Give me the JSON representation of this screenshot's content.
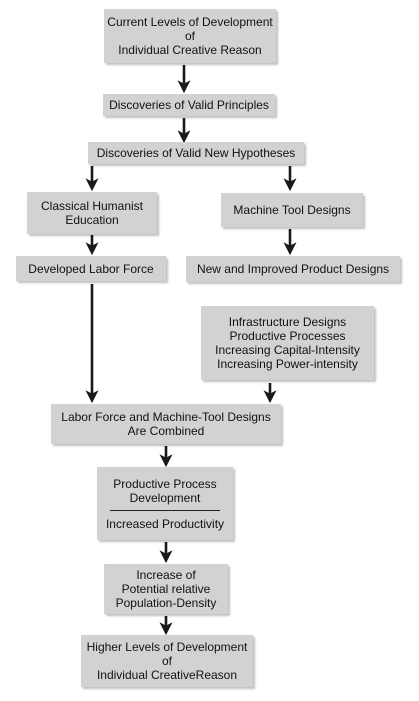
{
  "boxes": {
    "current_levels": {
      "lines": [
        "Current Levels of Development",
        "of",
        "Individual Creative Reason"
      ]
    },
    "discoveries_principles": {
      "lines": [
        "Discoveries of Valid Principles"
      ]
    },
    "discoveries_hypotheses": {
      "lines": [
        "Discoveries of Valid New Hypotheses"
      ]
    },
    "classical_education": {
      "lines": [
        "Classical Humanist",
        "Education"
      ]
    },
    "machine_tool_designs": {
      "lines": [
        "Machine Tool Designs"
      ]
    },
    "developed_labor_force": {
      "lines": [
        "Developed Labor Force"
      ]
    },
    "new_product_designs": {
      "lines": [
        "New and Improved Product Designs"
      ]
    },
    "infrastructure": {
      "lines": [
        "Infrastructure Designs",
        "Productive Processes",
        "Increasing Capital-Intensity",
        "Increasing Power-intensity"
      ]
    },
    "combined": {
      "lines": [
        "Labor Force and Machine-Tool Designs",
        "Are Combined"
      ]
    },
    "productive_process": {
      "lines": [
        "Productive Process",
        "Development"
      ],
      "lines_after_rule": [
        "Increased Productivity"
      ]
    },
    "population_density": {
      "lines": [
        "Increase of",
        "Potential relative",
        "Population-Density"
      ]
    },
    "higher_levels": {
      "lines": [
        "Higher Levels of Development",
        "of",
        "Individual CreativeReason"
      ]
    }
  },
  "colors": {
    "box_fill": "#d2d2d2",
    "arrow": "#1a1a1a",
    "text": "#111111"
  }
}
